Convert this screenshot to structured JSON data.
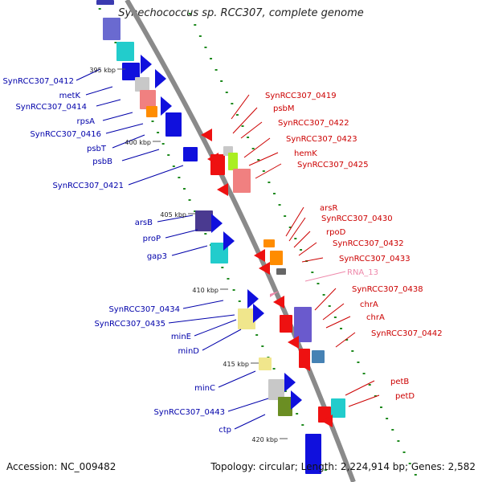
{
  "title": "Synechococcus sp. RCC307, complete genome",
  "accession": "Accession: NC_009482",
  "summary": "Topology: circular; Length: 2,224,914 bp; Genes: 2,582",
  "colors": {
    "forward_label": "#0000aa",
    "reverse_label": "#cc0000",
    "rna_label": "#ee88aa",
    "backbone": "#999999",
    "tick": "#1f8a1f"
  },
  "ticks": [
    "395 kbp",
    "400 kbp",
    "405 kbp",
    "410 kbp",
    "415 kbp",
    "420 kbp"
  ],
  "forward_genes": [
    "SynRCC307_0412",
    "metK",
    "SynRCC307_0414",
    "rpsA",
    "SynRCC307_0416",
    "psbT",
    "psbB",
    "SynRCC307_0421",
    "arsB",
    "proP",
    "gap3",
    "SynRCC307_0434",
    "SynRCC307_0435",
    "minE",
    "minD",
    "minC",
    "SynRCC307_0443",
    "ctp"
  ],
  "reverse_genes": [
    "SynRCC307_0419",
    "psbM",
    "SynRCC307_0422",
    "SynRCC307_0423",
    "hemK",
    "SynRCC307_0425",
    "arsR",
    "SynRCC307_0430",
    "rpoD",
    "SynRCC307_0432",
    "SynRCC307_0433",
    "SynRCC307_0438",
    "chrA",
    "chrA",
    "SynRCC307_0442",
    "petB",
    "petD"
  ],
  "rna_genes": [
    "RNA_13"
  ]
}
